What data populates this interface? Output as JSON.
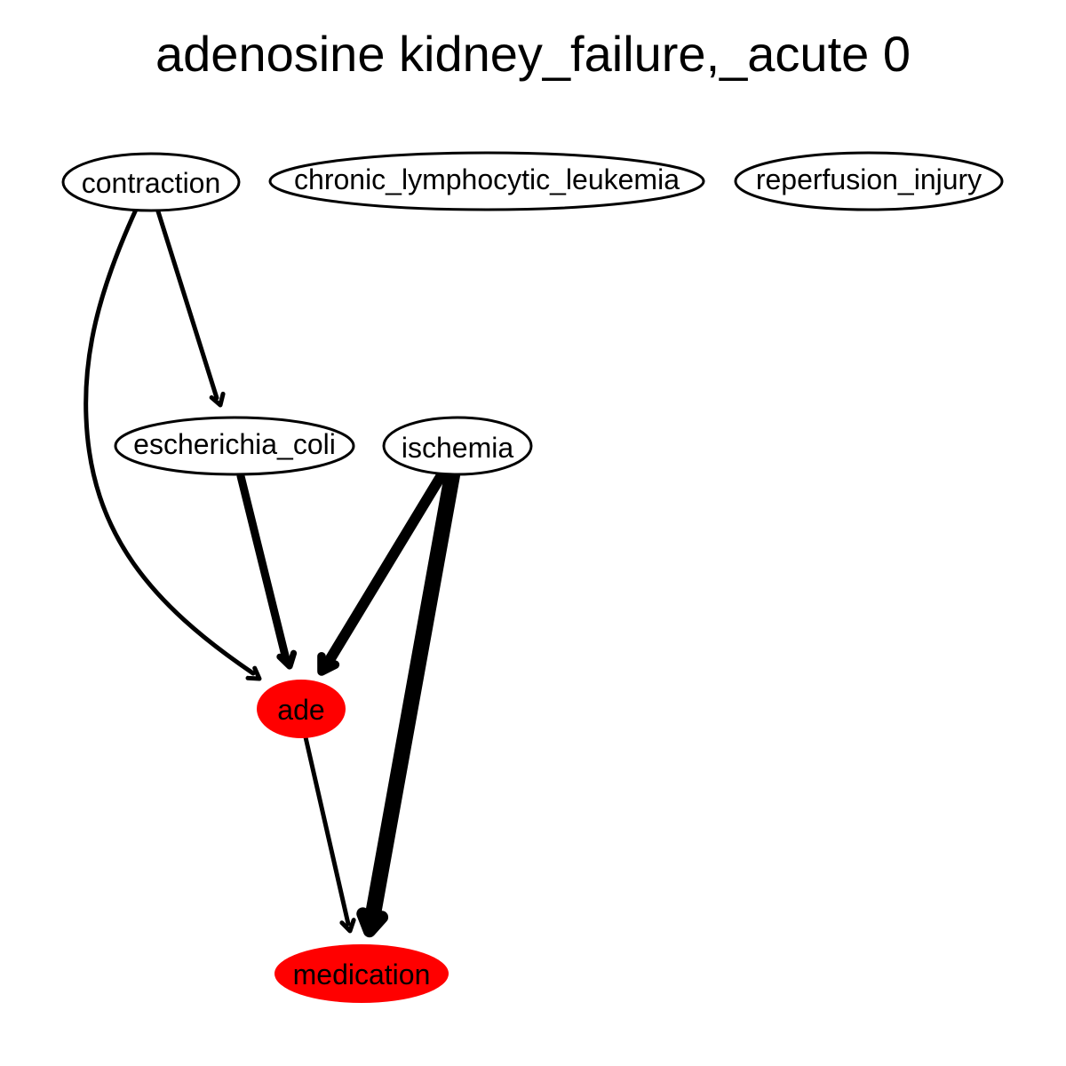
{
  "title": "adenosine kidney_failure,_acute 0",
  "colors": {
    "highlight_fill": "#ff0000",
    "default_fill": "#ffffff",
    "stroke": "#000000",
    "edge": "#000000"
  },
  "nodes": [
    {
      "id": "contraction",
      "label": "contraction",
      "highlighted": false
    },
    {
      "id": "chronic_lymphocytic_leukemia",
      "label": "chronic_lymphocytic_leukemia",
      "highlighted": false
    },
    {
      "id": "reperfusion_injury",
      "label": "reperfusion_injury",
      "highlighted": false
    },
    {
      "id": "escherichia_coli",
      "label": "escherichia_coli",
      "highlighted": false
    },
    {
      "id": "ischemia",
      "label": "ischemia",
      "highlighted": false
    },
    {
      "id": "ade",
      "label": "ade",
      "highlighted": true
    },
    {
      "id": "medication",
      "label": "medication",
      "highlighted": true
    }
  ],
  "edges": [
    {
      "from": "contraction",
      "to": "escherichia_coli",
      "weight": 1
    },
    {
      "from": "contraction",
      "to": "ade",
      "weight": 1
    },
    {
      "from": "escherichia_coli",
      "to": "ade",
      "weight": 2
    },
    {
      "from": "ischemia",
      "to": "ade",
      "weight": 3
    },
    {
      "from": "ischemia",
      "to": "medication",
      "weight": 5
    },
    {
      "from": "ade",
      "to": "medication",
      "weight": 1
    }
  ]
}
